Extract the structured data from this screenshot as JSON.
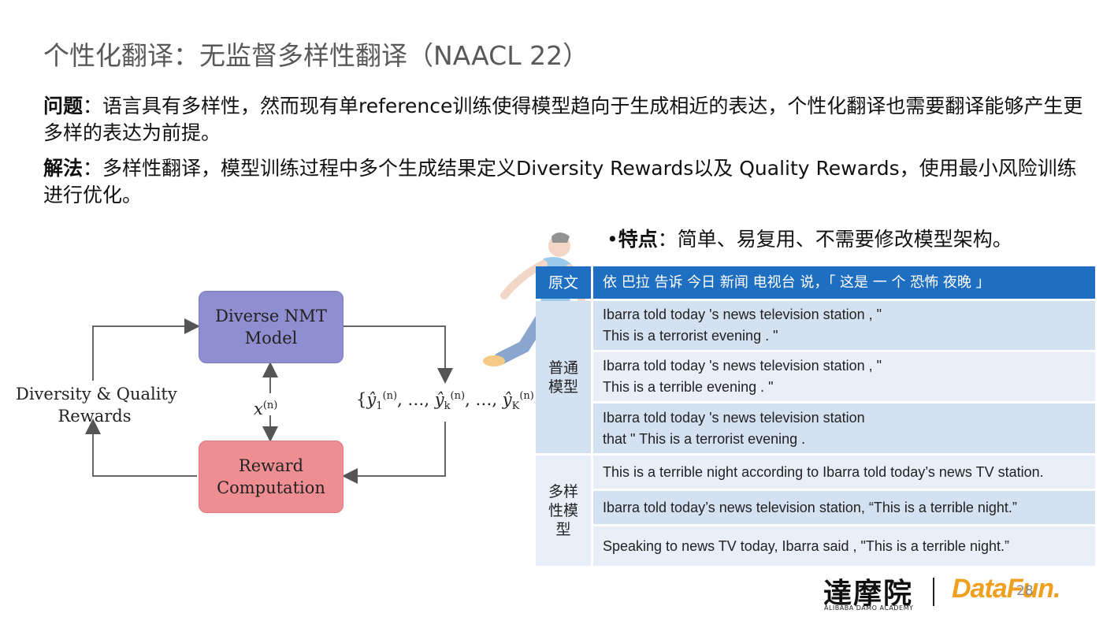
{
  "slide": {
    "title": "个性化翻译：无监督多样性翻译（NAACL 22）",
    "problem_label": "问题",
    "problem_text": "：语言具有多样性，然而现有单reference训练使得模型趋向于生成相近的表达，个性化翻译也需要翻译能够产生更多样的表达为前提。",
    "solution_label": "解法",
    "solution_text": "：多样性翻译，模型训练过程中多个生成结果定义Diversity Rewards以及 Quality Rewards，使用最小风险训练进行优化。",
    "feature_bullet": "•",
    "feature_label": "特点",
    "feature_text": "：简单、易复用、不需要修改模型架构。",
    "page_number": "28"
  },
  "diagram": {
    "nmt_line1": "Diverse NMT",
    "nmt_line2": "Model",
    "reward_line1": "Reward",
    "reward_line2": "Computation",
    "dq_line1": "Diversity & Quality",
    "dq_line2": "Rewards",
    "x_label": "x",
    "x_sup": "(n)",
    "y_open": "{",
    "y_hat1": "ŷ",
    "y_sub1": "1",
    "y_sup": "(n)",
    "y_sep": ", …, ",
    "y_subk": "k",
    "y_subK": "K",
    "y_close": "}"
  },
  "table": {
    "header_left": "原文",
    "header_right": "依 巴拉 告诉 今日 新闻 电视台 说，「 这是 一 个 恐怖 夜晚 」",
    "group1_label_line1": "普通",
    "group1_label_line2": "模型",
    "group1_rows": [
      {
        "line1": "Ibarra told today 's news television station , \"",
        "line2": "This is a terrorist evening . \""
      },
      {
        "line1": "Ibarra told today 's news television station , \"",
        "line2": "This is a terrible evening . \""
      },
      {
        "line1": "Ibarra told today 's news television station",
        "line2": "that \" This is a terrorist evening ."
      }
    ],
    "group2_label_line1": "多样",
    "group2_label_line2": "性模",
    "group2_label_line3": "型",
    "group2_rows": [
      {
        "line1": "This is a terrible night according to Ibarra told today’s news TV station."
      },
      {
        "line1": "Ibarra told today’s news television station, “This is a terrible night.”"
      },
      {
        "line1": "Speaking to news TV today, Ibarra said , \"This is a terrible night.”"
      }
    ]
  },
  "logos": {
    "damo_name": "達摩院",
    "damo_sub": "ALIBABA DAMO ACADEMY",
    "datafun": "DataFun."
  },
  "colors": {
    "header_bg": "#1e6fc1",
    "row_dark": "#d4e1f1",
    "row_light": "#e9eff8",
    "nmt_box": "#8e8ed0",
    "reward_box": "#ee8e92",
    "datafun_orange": "#f0a020"
  }
}
